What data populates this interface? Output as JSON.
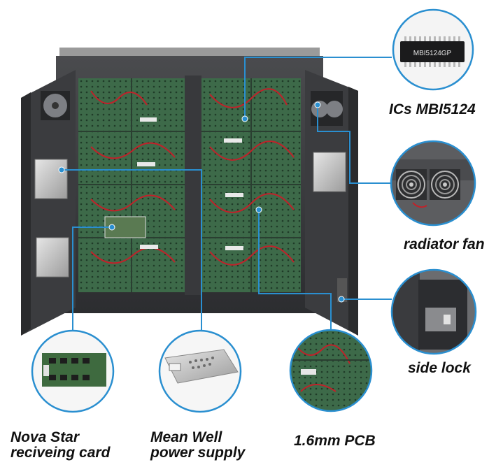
{
  "callouts": {
    "ics": {
      "label": "ICs MBI5124",
      "chip_marking": "MBI5124GP"
    },
    "fan": {
      "label": "radiator fan"
    },
    "lock": {
      "label": "side lock"
    },
    "nova": {
      "line1": "Nova Star",
      "line2": "reciveing card"
    },
    "meanwell": {
      "line1": "Mean Well",
      "line2": "power supply"
    },
    "pcb": {
      "label": "1.6mm PCB"
    }
  },
  "colors": {
    "leader_line": "#2a8fd0",
    "cabinet_frame": "#3a3a3c",
    "module_green": "#3f6b4a",
    "cable_red": "#c0222a",
    "psu_silver": "#c9c9c9"
  }
}
